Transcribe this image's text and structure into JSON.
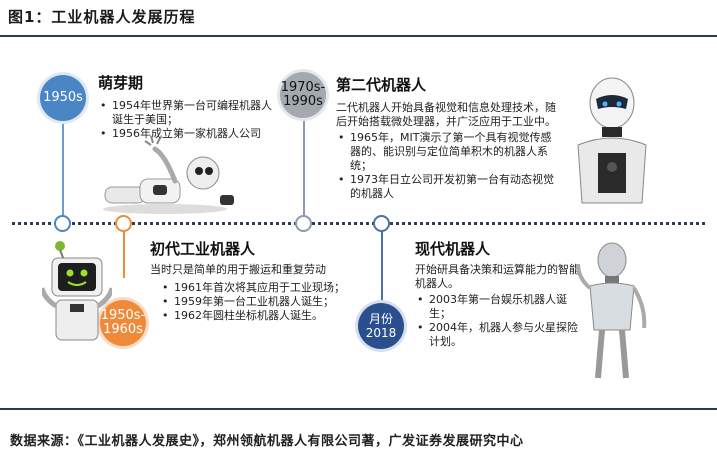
{
  "figure": {
    "title": "图1：工业机器人发展历程"
  },
  "source": "数据来源：《工业机器人发展史》，郑州领航机器人有限公司著，广发证券发展研究中心",
  "stages": [
    {
      "era": "1950s",
      "heading": "萌芽期",
      "desc": "",
      "bullets": [
        "1954年世界第一台可编程机器人诞生于美国；",
        "1956年成立第一家机器人公司"
      ]
    },
    {
      "era": "1950s-1960s",
      "heading": "初代工业机器人",
      "desc": "当时只是简单的用于搬运和重复劳动",
      "bullets": [
        "1961年首次将其应用于工业现场；",
        "1959年第一台工业机器人诞生；",
        "1962年圆柱坐标机器人诞生。"
      ]
    },
    {
      "era": "1970s-1990s",
      "heading": "第二代机器人",
      "desc": "二代机器人开始具备视觉和信息处理技术，随后开始搭载微处理器，并广泛应用于工业中。",
      "bullets": [
        "1965年，MIT演示了第一个具有视觉传感器的、能识别与定位简单积木的机器人系统；",
        "1973年日立公司开发初第一台有动态视觉的机器人"
      ]
    },
    {
      "era": "月份2018",
      "heading": "现代机器人",
      "desc": "开始研具备决策和运算能力的智能机器人。",
      "bullets": [
        "2003年第一台娱乐机器人诞生；",
        "2004年，机器人参与火星探险计划。"
      ]
    }
  ],
  "era_labels": {
    "s0": "1950s",
    "s1a": "1950s-",
    "s1b": "1960s",
    "s2a": "1970s-",
    "s2b": "1990s",
    "s3a": "月份",
    "s3b": "2018"
  },
  "colors": {
    "blue": "#4a86c5",
    "orange": "#ef8a3a",
    "grey": "#a4a9b0",
    "navy": "#2a4f8e"
  }
}
